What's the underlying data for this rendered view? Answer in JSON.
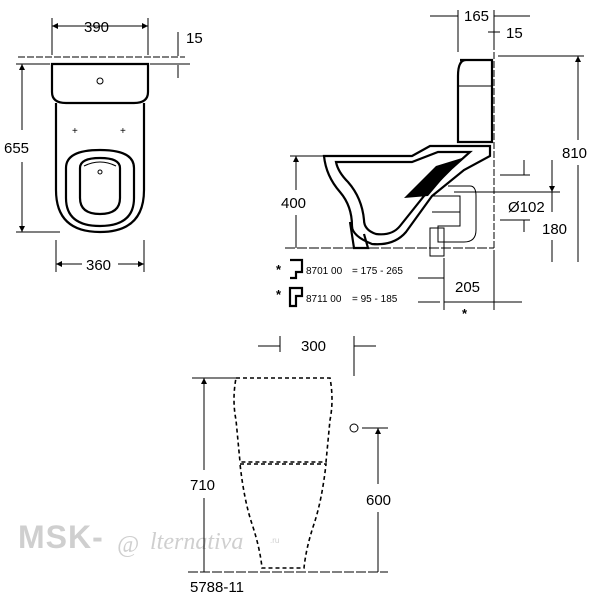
{
  "top_view": {
    "width_top": "390",
    "offset_top": "15",
    "depth": "655",
    "width_bottom": "360"
  },
  "side_view": {
    "tank_depth": "165",
    "wall_gap": "15",
    "total_height": "810",
    "seat_height": "400",
    "outlet_diameter": "Ø102",
    "outlet_height": "180",
    "outlet_distance": "205",
    "outlet_note_marker": "*"
  },
  "accessories": [
    {
      "marker": "*",
      "article": "8701 00",
      "range": "= 175 - 265"
    },
    {
      "marker": "*",
      "article": "8711 00",
      "range": "=  95 - 185"
    }
  ],
  "front_view": {
    "width": "300",
    "height": "710",
    "inlet_height": "600"
  },
  "model_code": "5788-11",
  "watermark": {
    "brand_left": "MSK-",
    "brand_at": "@",
    "brand_right": "lternativa",
    "brand_suffix": ".ru"
  }
}
